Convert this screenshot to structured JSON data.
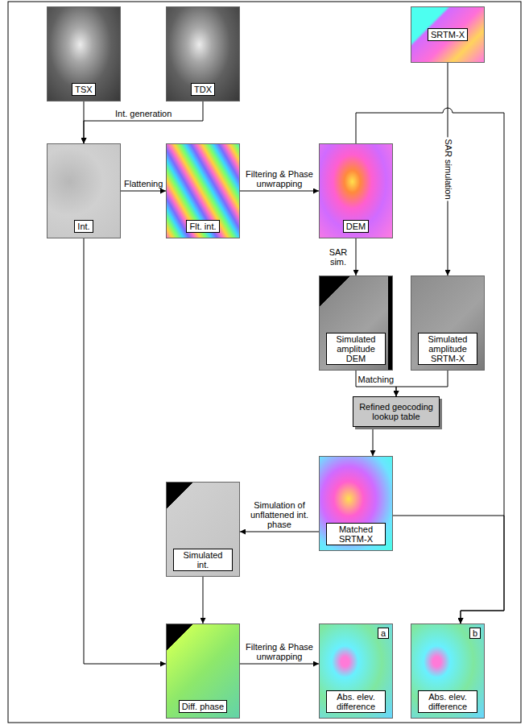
{
  "diagram": {
    "nodes": [
      {
        "text": [
          "TSX"
        ]
      },
      {
        "text": [
          "TDX"
        ]
      },
      {
        "text": [
          "SRTM-X"
        ]
      },
      {
        "text": [
          "Int."
        ]
      },
      {
        "text": [
          "Flt. int."
        ]
      },
      {
        "text": [
          "DEM"
        ]
      },
      {
        "text": [
          "Simulated amplitude DEM"
        ]
      },
      {
        "text": [
          "Simulated amplitude SRTM-X"
        ]
      },
      {
        "text": [
          "Refined geocoding lookup table"
        ]
      },
      {
        "text": [
          "Simulated int."
        ]
      },
      {
        "text": [
          "Matched SRTM-X"
        ]
      },
      {
        "text": [
          "Diff. phase"
        ]
      },
      {
        "text": [
          "Abs. elev. difference",
          "a"
        ]
      },
      {
        "text": [
          "Abs. elev. difference",
          "b"
        ]
      }
    ],
    "edges": [
      {
        "from": 0,
        "to": 3,
        "arrow": "to"
      },
      {
        "from": 1,
        "to": 3,
        "label": "Int. generation",
        "arrow": "to"
      },
      {
        "from": 3,
        "to": 4,
        "label": "Flattening",
        "arrow": "to"
      },
      {
        "from": 4,
        "to": 5,
        "label": "Filtering & Phase unwrapping",
        "arrow": "to"
      },
      {
        "from": 5,
        "to": 6,
        "label": "SAR sim.",
        "arrow": "to"
      },
      {
        "from": 2,
        "to": 7,
        "label": "SAR simulation",
        "arrow": "to"
      },
      {
        "from": 6,
        "to": 8,
        "label": "Matching",
        "arrow": "to"
      },
      {
        "from": 7,
        "to": 8,
        "arrow": "to"
      },
      {
        "from": 8,
        "to": 10,
        "arrow": "to"
      },
      {
        "from": 10,
        "to": 9,
        "label": "Simulation of unflattened int. phase",
        "arrow": "to"
      },
      {
        "from": 5,
        "to": 13,
        "arrow": "to"
      },
      {
        "from": 10,
        "to": 13,
        "arrow": "to"
      },
      {
        "from": 9,
        "to": 11,
        "arrow": "to"
      },
      {
        "from": 3,
        "to": 11,
        "arrow": "to"
      },
      {
        "from": 11,
        "to": 12,
        "label": "Filtering & Phase unwrapping",
        "arrow": "to"
      }
    ]
  }
}
